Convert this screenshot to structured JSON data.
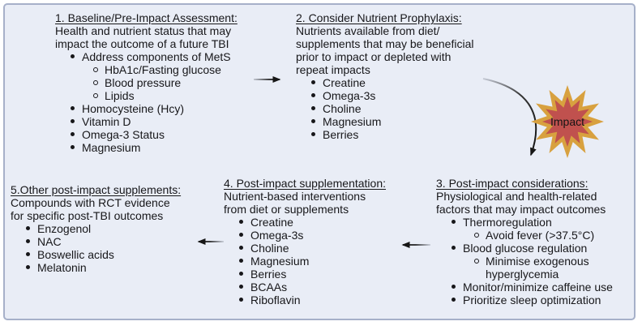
{
  "figure": {
    "panel_bg": "#e9edf6",
    "panel_border": "#a6b0c9",
    "text_color": "#17171a",
    "arrow_color": "#1a1a1a"
  },
  "impact": {
    "label": "Impact",
    "fill": "#c0514e",
    "stroke": "#d8a13f"
  },
  "boxes": [
    {
      "title": "1. Baseline/Pre-Impact Assessment:",
      "desc": [
        "Health and nutrient status that may",
        "impact the outcome of a future TBI"
      ],
      "items": [
        {
          "level": 1,
          "text": "Address components of MetS"
        },
        {
          "level": 2,
          "text": "HbA1c/Fasting glucose"
        },
        {
          "level": 2,
          "text": "Blood pressure"
        },
        {
          "level": 2,
          "text": "Lipids"
        },
        {
          "level": 1,
          "text": "Homocysteine (Hcy)"
        },
        {
          "level": 1,
          "text": "Vitamin D"
        },
        {
          "level": 1,
          "text": "Omega-3 Status"
        },
        {
          "level": 1,
          "text": "Magnesium"
        }
      ]
    },
    {
      "title": "2. Consider Nutrient Prophylaxis:",
      "desc": [
        "Nutrients available from diet/",
        "supplements that may be beneficial",
        "prior to impact or depleted with",
        "repeat impacts"
      ],
      "items": [
        {
          "level": 1,
          "text": "Creatine"
        },
        {
          "level": 1,
          "text": "Omega-3s"
        },
        {
          "level": 1,
          "text": "Choline"
        },
        {
          "level": 1,
          "text": "Magnesium"
        },
        {
          "level": 1,
          "text": "Berries"
        }
      ]
    },
    {
      "title": "3. Post-impact considerations:",
      "desc": [
        "Physiological and health-related",
        "factors that may impact outcomes"
      ],
      "items": [
        {
          "level": 1,
          "text": "Thermoregulation"
        },
        {
          "level": 2,
          "text": "Avoid fever (>37.5°C)"
        },
        {
          "level": 1,
          "text": "Blood glucose regulation"
        },
        {
          "level": 2,
          "text": "Minimise exogenous"
        },
        {
          "level": 2,
          "text": "hyperglycemia",
          "continuation": true
        },
        {
          "level": 1,
          "text": "Monitor/minimize caffeine use"
        },
        {
          "level": 1,
          "text": "Prioritize sleep optimization"
        }
      ]
    },
    {
      "title": "4. Post-impact supplementation:",
      "desc": [
        "Nutrient-based interventions",
        "from diet or supplements"
      ],
      "items": [
        {
          "level": 1,
          "text": "Creatine"
        },
        {
          "level": 1,
          "text": "Omega-3s"
        },
        {
          "level": 1,
          "text": "Choline"
        },
        {
          "level": 1,
          "text": "Magnesium"
        },
        {
          "level": 1,
          "text": "Berries"
        },
        {
          "level": 1,
          "text": "BCAAs"
        },
        {
          "level": 1,
          "text": "Riboflavin"
        }
      ]
    },
    {
      "title": "5.Other post-impact supplements:",
      "desc": [
        "Compounds with RCT evidence",
        "for specific post-TBI outcomes"
      ],
      "items": [
        {
          "level": 1,
          "text": "Enzogenol"
        },
        {
          "level": 1,
          "text": "NAC"
        },
        {
          "level": 1,
          "text": "Boswellic acids"
        },
        {
          "level": 1,
          "text": "Melatonin"
        }
      ]
    }
  ]
}
